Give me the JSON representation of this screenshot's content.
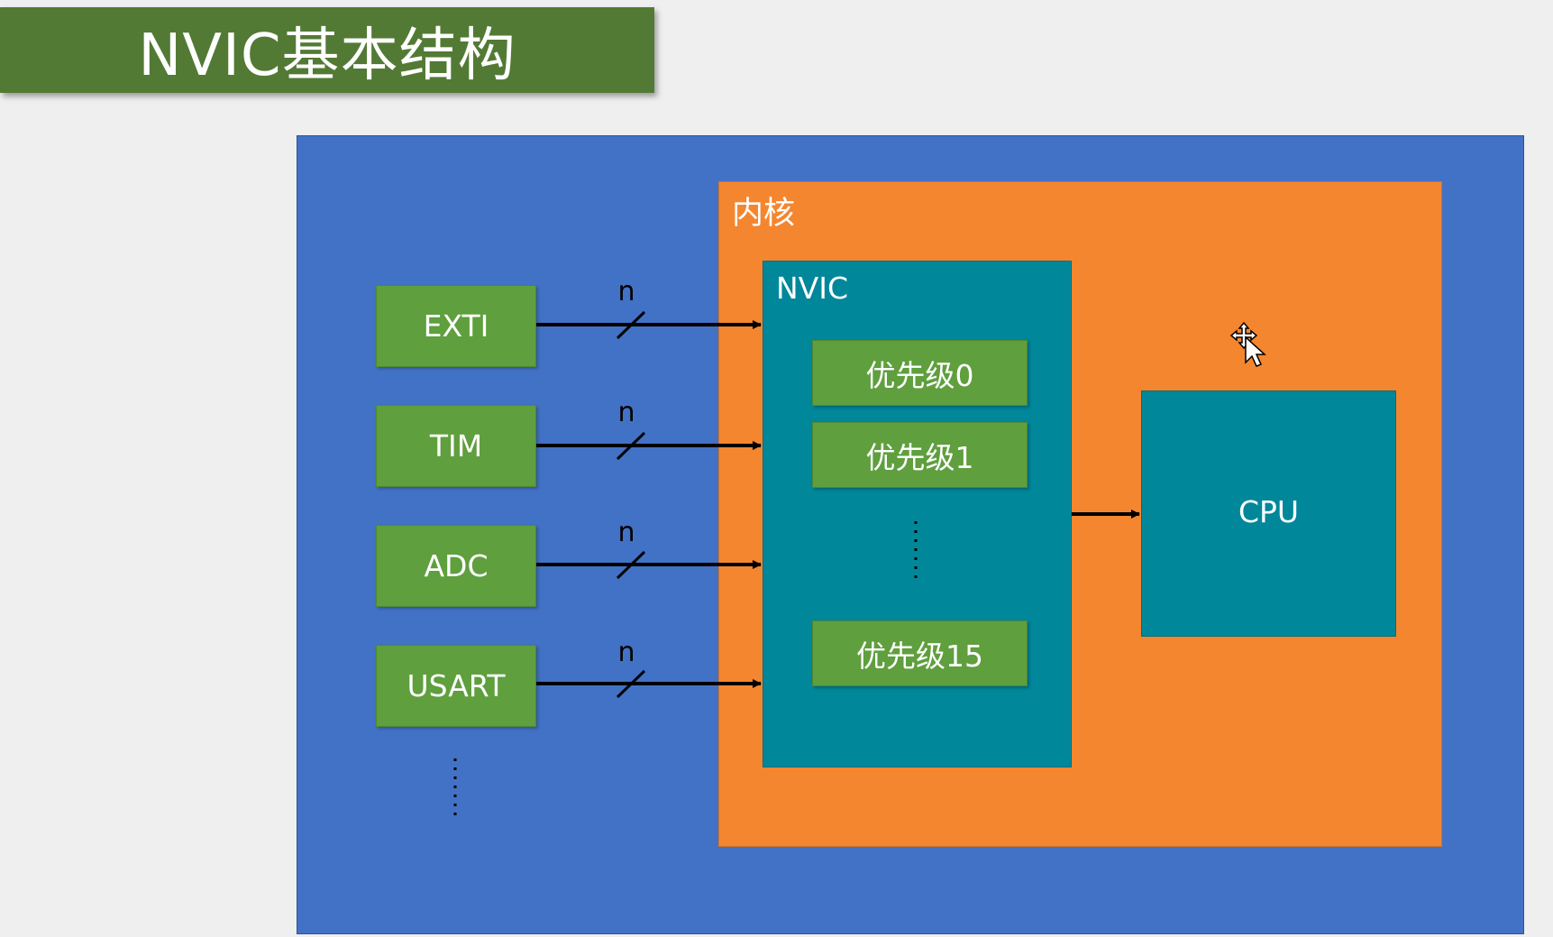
{
  "title": "NVIC基本结构",
  "diagram": {
    "core_label": "内核",
    "nvic_label": "NVIC",
    "sources": [
      {
        "label": "EXTI",
        "bus_label": "n"
      },
      {
        "label": "TIM",
        "bus_label": "n"
      },
      {
        "label": "ADC",
        "bus_label": "n"
      },
      {
        "label": "USART",
        "bus_label": "n"
      }
    ],
    "priorities": [
      "优先级0",
      "优先级1",
      "优先级15"
    ],
    "cpu_label": "CPU"
  },
  "colors": {
    "title_banner": "#527a34",
    "outer_box": "#4272c6",
    "core_box": "#f4862f",
    "nvic_box": "#00879a",
    "module_box": "#5f9f3e",
    "arrow": "#000000"
  },
  "icons": [
    "move-cursor-icon"
  ]
}
